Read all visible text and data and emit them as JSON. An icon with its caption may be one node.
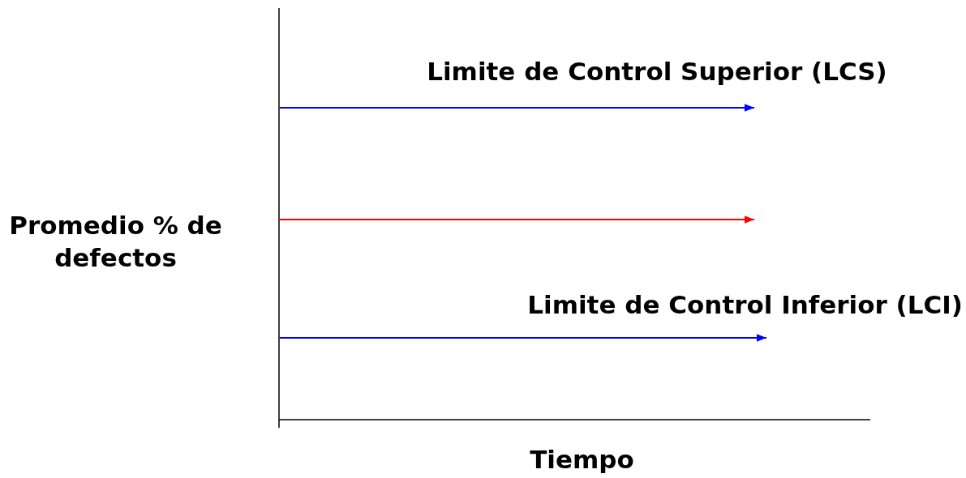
{
  "diagram": {
    "labels": [
      "Limite de Control Superior (LCS)",
      "Promedio % de defectos",
      "Limite de Control Inferior (LCI)",
      "Tiempo"
    ]
  }
}
